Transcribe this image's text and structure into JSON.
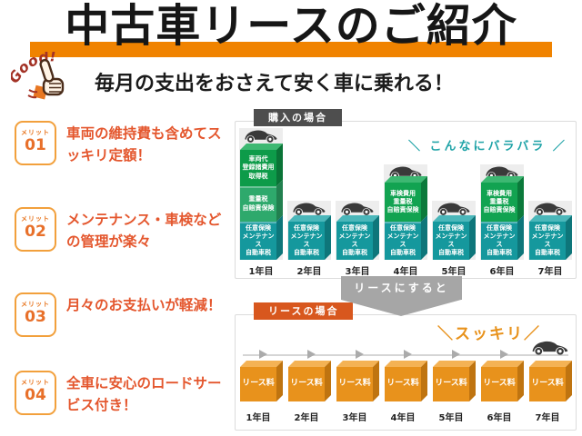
{
  "title": {
    "text": "中古車リースのご紹介"
  },
  "tagline": {
    "good": "Good!",
    "text": "毎月の支出をおさえて安く車に乗れる！"
  },
  "merits": [
    {
      "badge": "メリット",
      "number": "01",
      "text": "車両の維持費も含めてスッキリ定額！"
    },
    {
      "badge": "メリット",
      "number": "02",
      "text": "メンテナンス・車検などの管理が楽々"
    },
    {
      "badge": "メリット",
      "number": "03",
      "text": "月々のお支払いが軽減！"
    },
    {
      "badge": "メリット",
      "number": "04",
      "text": "全車に安心のロードサービス付き！"
    }
  ],
  "purchase": {
    "panel_label": "購入の場合",
    "annotation": "＼ こんなにバラバラ ／",
    "block_texts": {
      "initial": "車両代\n登録諸費用\n取得税",
      "biennial": "重量税\n自賠責保険",
      "inspection": "車検費用\n重量税\n自賠責保険",
      "running": "任意保険\nメンテナンス\n自動車税"
    },
    "years": [
      {
        "label": "1年目"
      },
      {
        "label": "2年目"
      },
      {
        "label": "3年目"
      },
      {
        "label": "4年目"
      },
      {
        "label": "5年目"
      },
      {
        "label": "6年目"
      },
      {
        "label": "7年目"
      }
    ]
  },
  "transition": {
    "label": "リースにすると"
  },
  "lease": {
    "panel_label": "リースの場合",
    "annotation": "＼スッキリ／",
    "fee_label": "リース料",
    "years": [
      {
        "label": "1年目"
      },
      {
        "label": "2年目"
      },
      {
        "label": "3年目"
      },
      {
        "label": "4年目"
      },
      {
        "label": "5年目"
      },
      {
        "label": "6年目"
      },
      {
        "label": "7年目"
      }
    ]
  },
  "chart_data": [
    {
      "type": "bar",
      "title": "購入の場合",
      "categories": [
        "1年目",
        "2年目",
        "3年目",
        "4年目",
        "5年目",
        "6年目",
        "7年目"
      ],
      "stacks_per_year": [
        [
          "任意保険 メンテナンス 自動車税",
          "重量税 自賠責保険",
          "車両代 登録諸費用 取得税"
        ],
        [
          "任意保険 メンテナンス 自動車税"
        ],
        [
          "任意保険 メンテナンス 自動車税"
        ],
        [
          "任意保険 メンテナンス 自動車税",
          "車検費用 重量税 自賠責保険"
        ],
        [
          "任意保険 メンテナンス 自動車税"
        ],
        [
          "任意保険 メンテナンス 自動車税",
          "車検費用 重量税 自賠責保険"
        ],
        [
          "任意保険 メンテナンス 自動車税"
        ]
      ],
      "annotation": "こんなにバラバラ",
      "legend_position": "none",
      "grid": false,
      "axis": "qualitative"
    },
    {
      "type": "bar",
      "title": "リースの場合",
      "categories": [
        "1年目",
        "2年目",
        "3年目",
        "4年目",
        "5年目",
        "6年目",
        "7年目"
      ],
      "stacks_per_year": [
        [
          "リース料"
        ],
        [
          "リース料"
        ],
        [
          "リース料"
        ],
        [
          "リース料"
        ],
        [
          "リース料"
        ],
        [
          "リース料"
        ],
        [
          "リース料"
        ]
      ],
      "annotation": "スッキリ",
      "legend_position": "none",
      "grid": false,
      "axis": "qualitative"
    }
  ],
  "colors": {
    "accent_orange_bar": "#F08300",
    "merit_text": "#E4572E",
    "purchase_banner": "#4E4E4E",
    "lease_banner": "#D8571E",
    "teal_block": "#15989D",
    "dark_green_block": "#0D9B49",
    "medium_green_block": "#2EA96C",
    "inspection_green_block": "#12A351",
    "lease_box_orange": "#E8921C",
    "annotation_teal": "#1FA3A7",
    "transition_gray": "#A6A6A6"
  }
}
